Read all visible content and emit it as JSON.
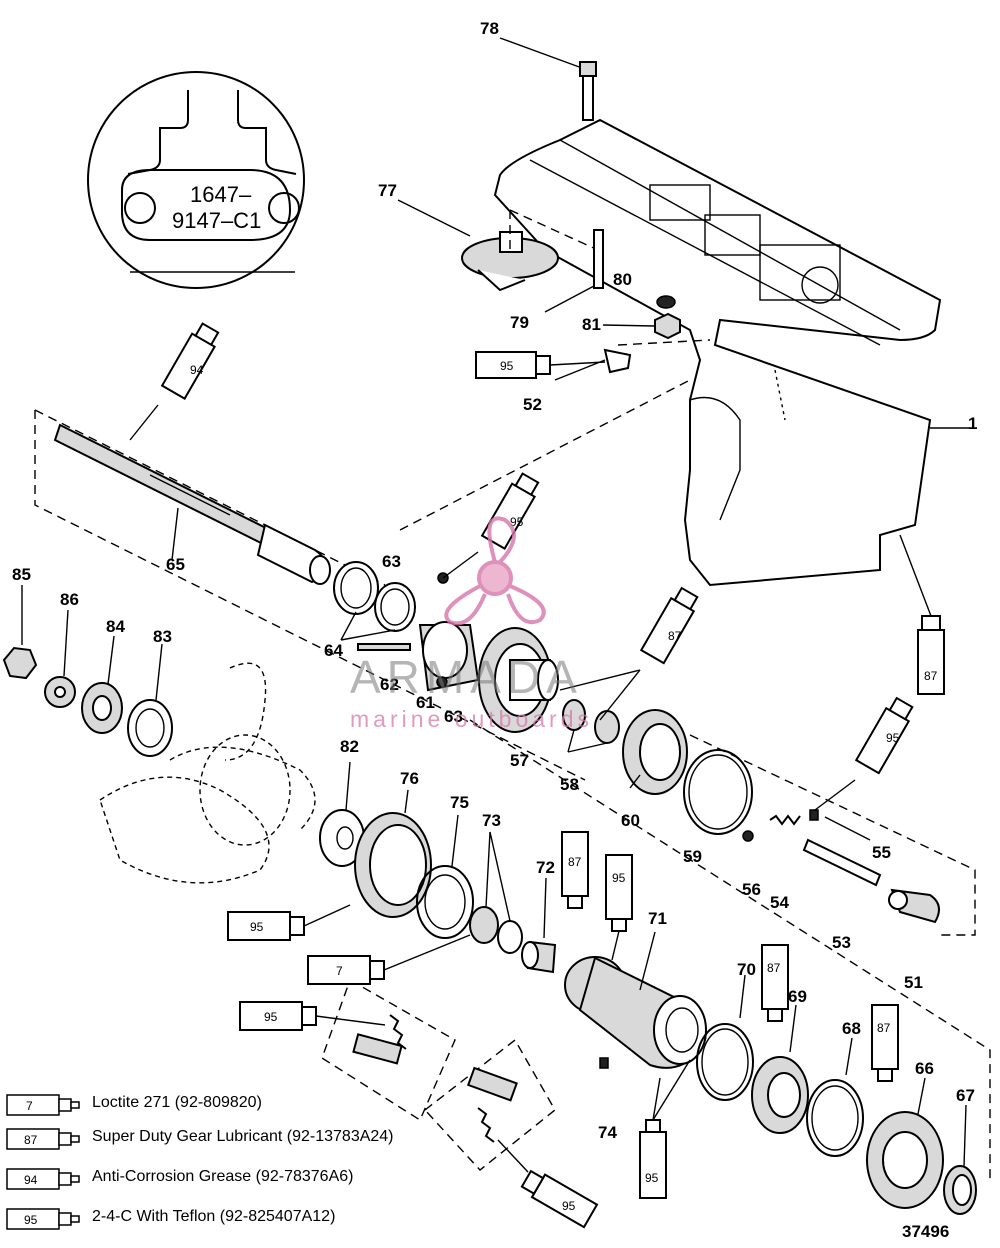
{
  "diagram": {
    "callouts": {
      "p1": "1",
      "p51": "51",
      "p52": "52",
      "p53": "53",
      "p54": "54",
      "p55": "55",
      "p56": "56",
      "p57": "57",
      "p58": "58",
      "p59": "59",
      "p60": "60",
      "p61": "61",
      "p62": "62",
      "p63a": "63",
      "p63b": "63",
      "p64": "64",
      "p65": "65",
      "p66": "66",
      "p67": "67",
      "p68": "68",
      "p69": "69",
      "p70": "70",
      "p71": "71",
      "p72": "72",
      "p73": "73",
      "p74": "74",
      "p75": "75",
      "p76": "76",
      "p77": "77",
      "p78": "78",
      "p79": "79",
      "p80": "80",
      "p81": "81",
      "p82": "82",
      "p83": "83",
      "p84": "84",
      "p85": "85",
      "p86": "86"
    },
    "tube_labels": {
      "t95_a": "95",
      "t94": "94",
      "t95_b": "95",
      "t87_a": "87",
      "t87_b": "87",
      "t95_c": "95",
      "t87_c": "87",
      "t95_d": "95",
      "t95_e": "95",
      "t7": "7",
      "t95_f": "95",
      "t87_d": "87",
      "t87_e": "87",
      "t95_g": "95",
      "t95_h": "95"
    },
    "insert_text": {
      "line1": "1647–",
      "line2": "9147–C1"
    }
  },
  "legend": [
    {
      "code": "7",
      "label": "Loctite 271 (92-809820)"
    },
    {
      "code": "87",
      "label": "Super Duty Gear Lubricant (92-13783A24)"
    },
    {
      "code": "94",
      "label": "Anti-Corrosion Grease (92-78376A6)"
    },
    {
      "code": "95",
      "label": "2-4-C  With Teflon (92-825407A12)"
    }
  ],
  "figure_id": "37496",
  "watermark": {
    "brand": "ARMADA",
    "tagline": "marine outboards",
    "color": "#d776aa"
  }
}
